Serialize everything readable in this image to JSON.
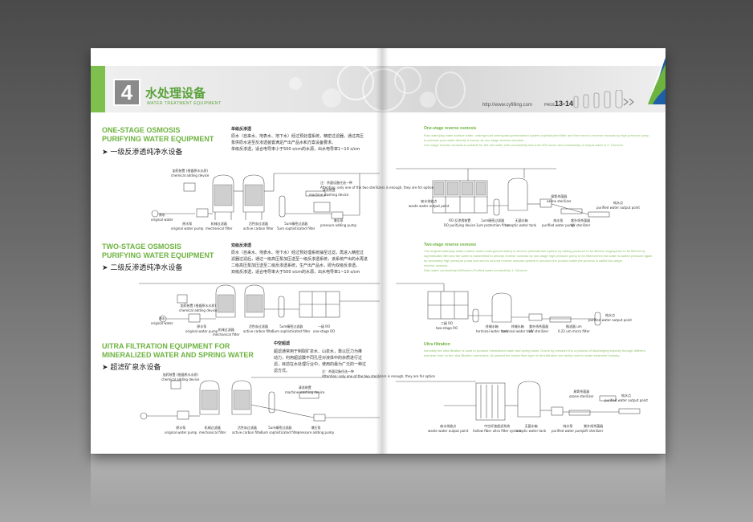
{
  "header": {
    "section_number": "4",
    "title_cn": "水处理设备",
    "title_en": "WATER TREATMENT EQUIPMENT",
    "url": "http://www.cyfilling.com",
    "page_label": "PAGE",
    "page_numbers": "13-14"
  },
  "left": {
    "sections": [
      {
        "title_en_1": "ONE-STAGE OSMOSIS",
        "title_en_2": "PURIFYING WATER EQUIPMENT",
        "title_cn": "一级反渗透纯净水设备",
        "desc_head": "单级反渗透",
        "desc_1": "原水（自来水、地表水、地下水）经过预处理系统，精密过滤器，通过高压",
        "desc_2": "泵供原水进至反渗透装置满足产出产品水和方案设备要求。",
        "desc_3": "单级反渗透，适合电导率小于500 s/cm的水源，出水电导率1~10 s/cm"
      },
      {
        "title_en_1": "TWO-STAGE OSMOSIS",
        "title_en_2": "PURIFYING WATER EQUIPMENT",
        "title_cn": "二级反渗透纯净水设备",
        "desc_head": "双级反渗透",
        "desc_1": "原水（自来水、地表水、地下水）经过预处理系统抽至过滤，再进入精密过",
        "desc_2": "滤器过滤后，通过一级高压泵加压送至一级反渗透系统，该系统产出的水再进",
        "desc_3": "二级高压泵加压送至二级反渗透系统，生产出产品水，即为双级反渗透。",
        "desc_4": "双级反渗透，适合电导率大于500 s/cm的水源，出水电导率1~10 s/cm"
      },
      {
        "title_en_1": "UITRA FILTRATION EQUIPMENT FOR",
        "title_en_2": "MINERALIZED WATER AND SPRING WATER",
        "title_cn": "超滤矿泉水设备",
        "desc_1": "超滤通常用于制取矿泉水、山泉水，靠以压力为推",
        "desc_2": "动力，利用超滤膜不同孔径对液体中的杂质进行过",
        "desc_3": "滤，目前在水处理行业中，使用的最为广泛的一种过",
        "desc_4": "滤方式。",
        "desc_head": "中空超滤"
      }
    ],
    "labels": {
      "original_water": "原水",
      "original_water_en": "original water",
      "pump": "原水泵",
      "pump_en": "original water pump",
      "mech": "机械过滤器",
      "mech_en": "mechanical filter",
      "carbon": "活性炭过滤器",
      "carbon_en": "active carbon filter",
      "fine": "5um精密过滤器",
      "fine_en": "5um sophisticated filter",
      "dosing": "加药装置 (根据原水水质)",
      "dosing_en": "chemical adding device",
      "hp_pump": "增压泵",
      "hp_pump_en": "pressure adding pump",
      "wash": "清洗装置",
      "wash_en": "machine washing device",
      "ro1": "一级 RO",
      "ro1_en": "one-stage RO"
    }
  },
  "right": {
    "sections": [
      {
        "head": "One-stage reverse osmosis",
        "text_1": "Raw water(tap water,surface water, underground water)pass pretreatment system,sophisticated filter and then send to reverse osmosis by high pressure pump",
        "text_2": "to produce pure water directly is known as one-stage reverse osmosis.",
        "text_3": "One-stage reverse osmosis is suitable for the raw water with conductivity less than 500 us/cm and conductivity of output water is 1~10us/cm"
      },
      {
        "head": "Two-stage reverse osmosis",
        "text_1": "The original water(tap water,surface water,underground water) is send to pretreatment system by adding pressure to be filtered roughly,then to be filtered by",
        "text_2": "sophisticated filer and the water is transmitted to primary reverse osmosis by one-stage high pressure pump to be filtered,then the water is added pressure again",
        "text_3": "by secondary high pressure pump and sent to second reverse osmosis system to produce the product water,the process is called two-stage",
        "text_4": "reverse osmosis.",
        "text_5": "Raw water conductivity>500us/cm,Purified water conductivity 1~10us/cm"
      },
      {
        "head": "Ultra filtration",
        "text_1": "Normally the ultra filtration is used to produce mineralized water and spring water. Driven by pressure it is a process of discharging impurity through different",
        "text_2": "diameter hole on the ultra filtration membrane. At present the hollow fiber type of ultra-filtration are widely used in water treatment industry."
      }
    ],
    "labels": {
      "note": "注：杀菌设备任选一种",
      "note_en": "Attention: only one of the two sterilizers is enough, they are for option",
      "ozone": "臭氧杀菌器",
      "ozone_en": "ozone sterilizer",
      "uv": "紫外线杀菌器",
      "uv_en": "UV sterilizer",
      "output": "纯水点",
      "output_en": "purified water output point",
      "waste": "废水排放点",
      "waste_en": "waste water output point",
      "ro_device": "RO 反渗透装置",
      "ro_device_en": "RO purifying device",
      "protect": "1um精密过滤器",
      "protect_en": "1um protection filter",
      "tank": "无菌水箱",
      "tank_en": "aseptic water tank",
      "pure_pump": "纯水泵",
      "pure_pump_en": "purified water pump",
      "ro2": "二级 RO",
      "ro2_en": "two-stage RO",
      "mid_tank": "终端水箱",
      "mid_tank_en": "terminal water tank",
      "micro": "微滤器 um",
      "micro_en": "0.22 um micro filter",
      "uf": "中空纤维超滤系统",
      "uf_en": "hollow fiber ultra filter system"
    }
  }
}
